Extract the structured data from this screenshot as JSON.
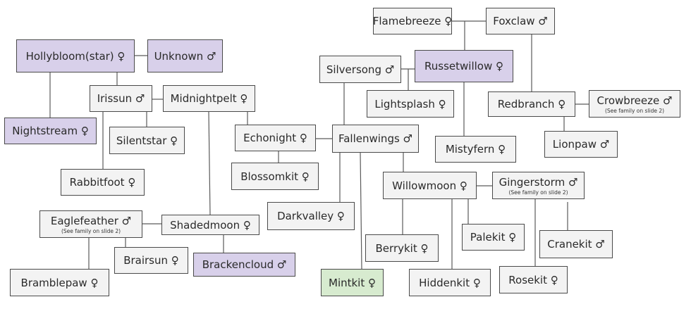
{
  "colors": {
    "default": "#f3f3f3",
    "highlight": "#d8d0ea",
    "focus": "#d7ebcf"
  },
  "nodes": {
    "flamebreeze": {
      "label": "Flamebreeze ♀"
    },
    "foxclaw": {
      "label": "Foxclaw ♂"
    },
    "hollybloom": {
      "label": "Hollybloom(star) ♀"
    },
    "unknown": {
      "label": "Unknown ♂"
    },
    "silversong": {
      "label": "Silversong ♂"
    },
    "russetwillow": {
      "label": "Russetwillow ♀"
    },
    "irissun": {
      "label": "Irissun ♂"
    },
    "midnightpelt": {
      "label": "Midnightpelt ♀"
    },
    "lightsplash": {
      "label": "Lightsplash ♀"
    },
    "redbranch": {
      "label": "Redbranch ♀"
    },
    "crowbreeze": {
      "label": "Crowbreeze ♂",
      "note": "(See family on slide 2)"
    },
    "nightstream": {
      "label": "Nightstream ♀"
    },
    "silentstar": {
      "label": "Silentstar ♀"
    },
    "echonight": {
      "label": "Echonight ♀"
    },
    "fallenwings": {
      "label": "Fallenwings ♂"
    },
    "mistyfern": {
      "label": "Mistyfern ♀"
    },
    "lionpaw": {
      "label": "Lionpaw ♂"
    },
    "blossomkit": {
      "label": "Blossomkit ♀"
    },
    "rabbitfoot": {
      "label": "Rabbitfoot ♀"
    },
    "willowmoon": {
      "label": "Willowmoon ♀"
    },
    "gingerstorm": {
      "label": "Gingerstorm ♂",
      "note": "(See family on slide 2)"
    },
    "eaglefeather": {
      "label": "Eaglefeather ♂",
      "note": "(See family on slide 2)"
    },
    "shadedmoon": {
      "label": "Shadedmoon ♀"
    },
    "darkvalley": {
      "label": "Darkvalley ♀"
    },
    "palekit": {
      "label": "Palekit ♀"
    },
    "cranekit": {
      "label": "Cranekit ♂"
    },
    "berrykit": {
      "label": "Berrykit ♀"
    },
    "brairsun": {
      "label": "Brairsun ♀"
    },
    "brackencloud": {
      "label": "Brackencloud ♂"
    },
    "rosekit": {
      "label": "Rosekit ♀"
    },
    "bramblepaw": {
      "label": "Bramblepaw ♀"
    },
    "mintkit": {
      "label": "Mintkit ♀"
    },
    "hiddenkit": {
      "label": "Hiddenkit ♀"
    }
  }
}
